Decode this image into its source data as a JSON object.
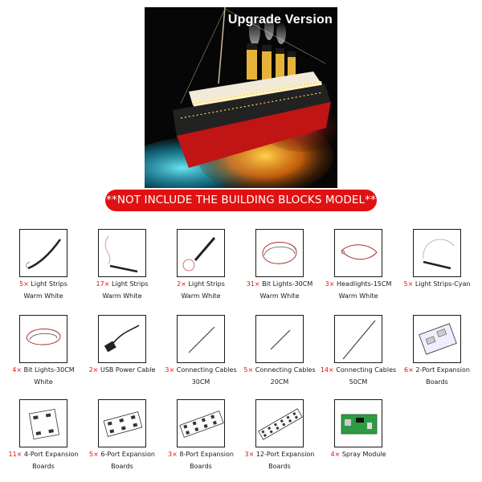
{
  "hero": {
    "title": "Upgrade Version",
    "image_subject": "titanic-ship-model-with-lights"
  },
  "notice": "**NOT INCLUDE THE BUILDING BLOCKS MODEL**",
  "parts": [
    {
      "qty": "5×",
      "name": "Light Strips",
      "line2": "Warm White",
      "icon": "light-strip-icon"
    },
    {
      "qty": "17×",
      "name": "Light Strips",
      "line2": "Warm White",
      "icon": "light-strip-icon"
    },
    {
      "qty": "2×",
      "name": "Light Strips",
      "line2": "Warm White",
      "icon": "light-strip-icon"
    },
    {
      "qty": "31×",
      "name": "Bit Lights-30CM",
      "line2": "Warm White",
      "icon": "bit-light-cable-icon"
    },
    {
      "qty": "3×",
      "name": "Headlights-15CM",
      "line2": "Warm White",
      "icon": "headlight-cable-icon"
    },
    {
      "qty": "5×",
      "name": "Light Strips-Cyan",
      "line2": "",
      "icon": "light-strip-icon"
    },
    {
      "qty": "4×",
      "name": "Bit Lights-30CM",
      "line2": "White",
      "icon": "bit-light-cable-icon"
    },
    {
      "qty": "2×",
      "name": "USB Power Cable",
      "line2": "",
      "icon": "usb-cable-icon"
    },
    {
      "qty": "3×",
      "name": "Connecting Cables",
      "line2": "30CM",
      "icon": "connecting-cable-icon"
    },
    {
      "qty": "5×",
      "name": "Connecting Cables",
      "line2": "20CM",
      "icon": "connecting-cable-icon"
    },
    {
      "qty": "14×",
      "name": "Connecting Cables",
      "line2": "50CM",
      "icon": "connecting-cable-icon"
    },
    {
      "qty": "6×",
      "name": "2-Port Expansion",
      "line2": "Boards",
      "icon": "expansion-board-icon"
    },
    {
      "qty": "11×",
      "name": "4-Port Expansion",
      "line2": "Boards",
      "icon": "expansion-board-icon"
    },
    {
      "qty": "5×",
      "name": "6-Port Expansion",
      "line2": "Boards",
      "icon": "expansion-board-icon"
    },
    {
      "qty": "3×",
      "name": "8-Port Expansion",
      "line2": "Boards",
      "icon": "expansion-board-icon"
    },
    {
      "qty": "3×",
      "name": "12-Port Expansion",
      "line2": "Boards",
      "icon": "expansion-board-icon"
    },
    {
      "qty": "4×",
      "name": "Spray Module",
      "line2": "",
      "icon": "spray-module-icon"
    }
  ]
}
